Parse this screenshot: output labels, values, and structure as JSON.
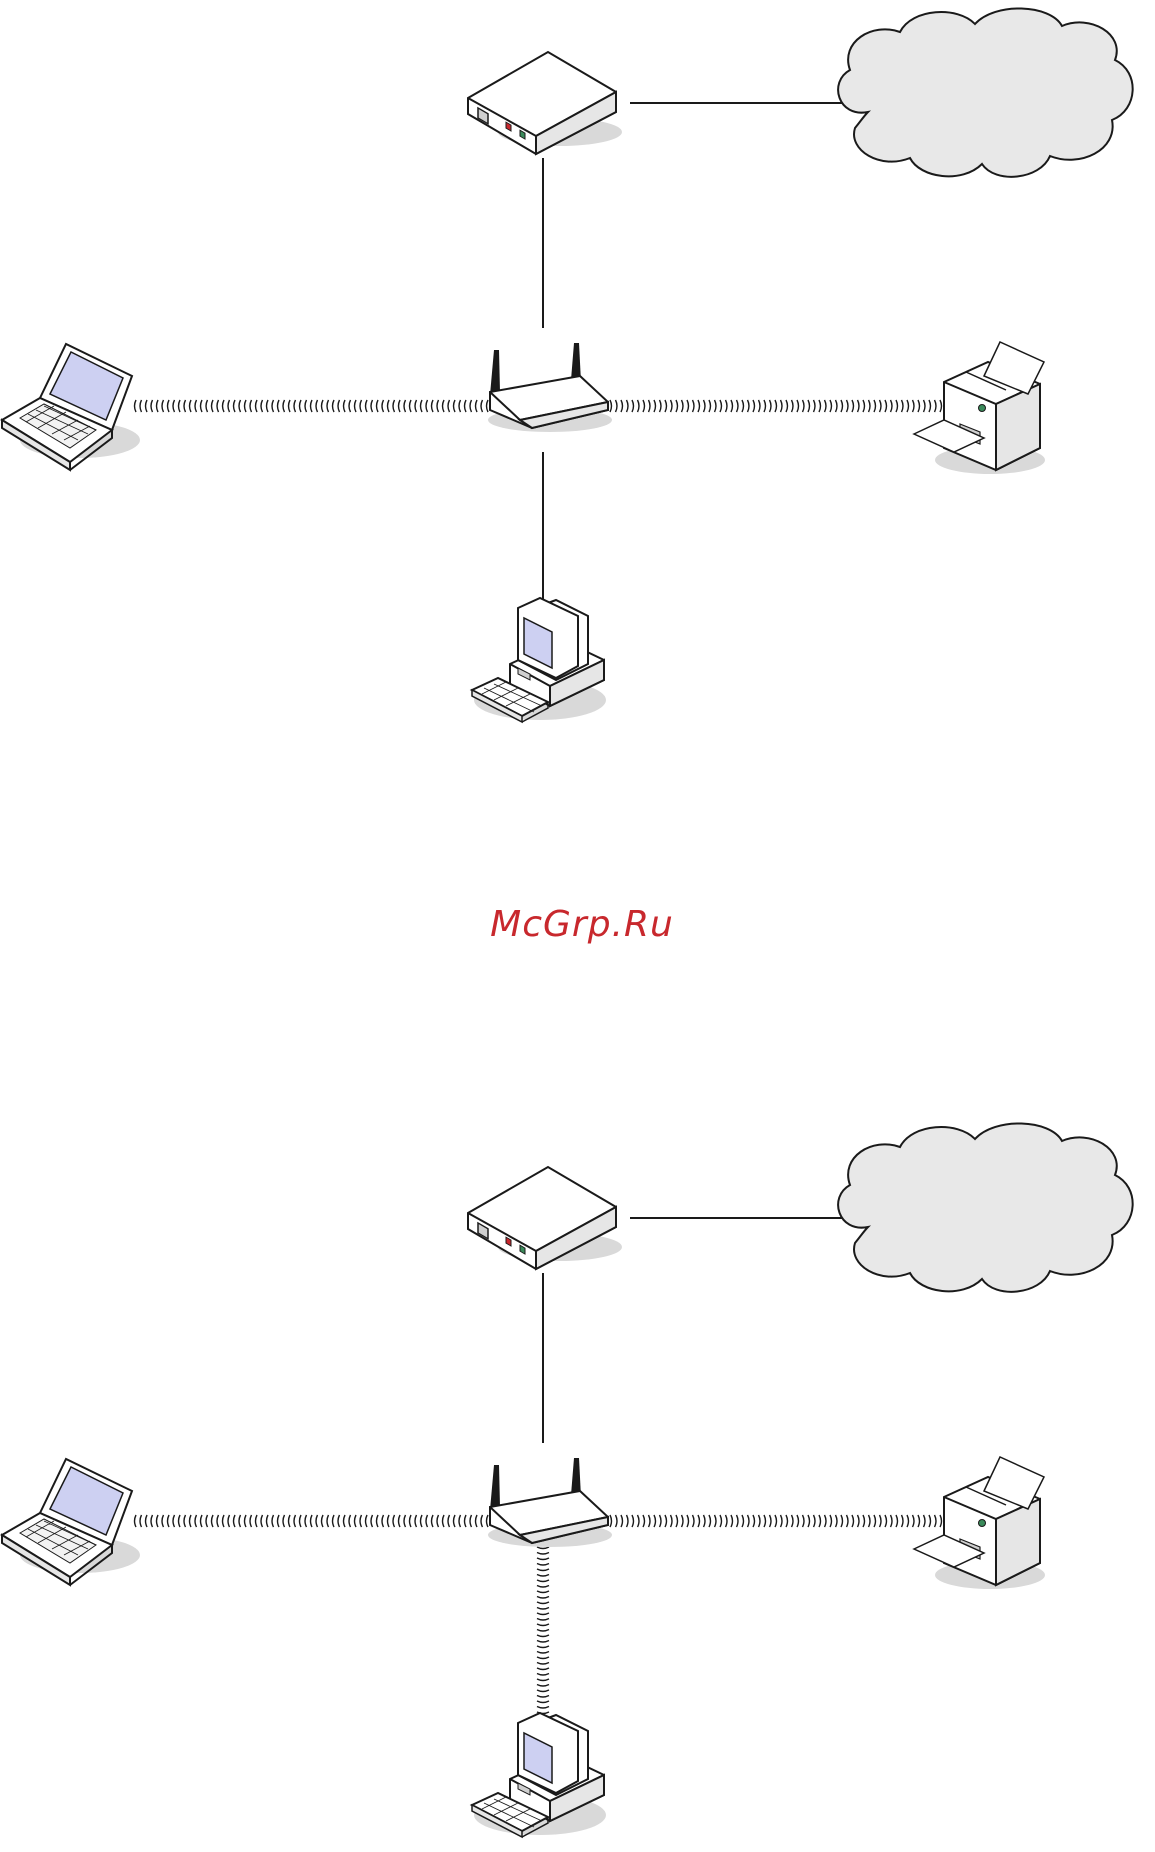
{
  "watermark": {
    "text": "McGrp.Ru",
    "color": "#c8282d"
  },
  "colors": {
    "stroke": "#1a1a1a",
    "device_fill": "#ffffff",
    "device_side": "#e6e6e6",
    "device_dark": "#cfcfcf",
    "cloud_fill": "#e8e8e8",
    "screen_fill": "#cdd0f2",
    "shadow": "#d9d9d9",
    "led_red": "#c8282d",
    "led_green": "#3a8a5a"
  },
  "diagrams": [
    {
      "name": "network-top",
      "nodes": [
        "cloud-icon",
        "modem-icon",
        "router-icon",
        "laptop-icon",
        "printer-icon",
        "desktop-computer-icon"
      ],
      "links": [
        {
          "from": "modem",
          "to": "cloud",
          "kind": "wired"
        },
        {
          "from": "modem",
          "to": "router",
          "kind": "wired"
        },
        {
          "from": "router",
          "to": "laptop",
          "kind": "wireless"
        },
        {
          "from": "router",
          "to": "printer",
          "kind": "wireless"
        },
        {
          "from": "router",
          "to": "desktop",
          "kind": "wired"
        }
      ]
    },
    {
      "name": "network-bottom",
      "nodes": [
        "cloud-icon",
        "modem-icon",
        "router-icon",
        "laptop-icon",
        "printer-icon",
        "desktop-computer-icon"
      ],
      "links": [
        {
          "from": "modem",
          "to": "cloud",
          "kind": "wired"
        },
        {
          "from": "modem",
          "to": "router",
          "kind": "wired"
        },
        {
          "from": "router",
          "to": "laptop",
          "kind": "wireless"
        },
        {
          "from": "router",
          "to": "printer",
          "kind": "wireless"
        },
        {
          "from": "router",
          "to": "desktop",
          "kind": "wireless"
        }
      ]
    }
  ]
}
